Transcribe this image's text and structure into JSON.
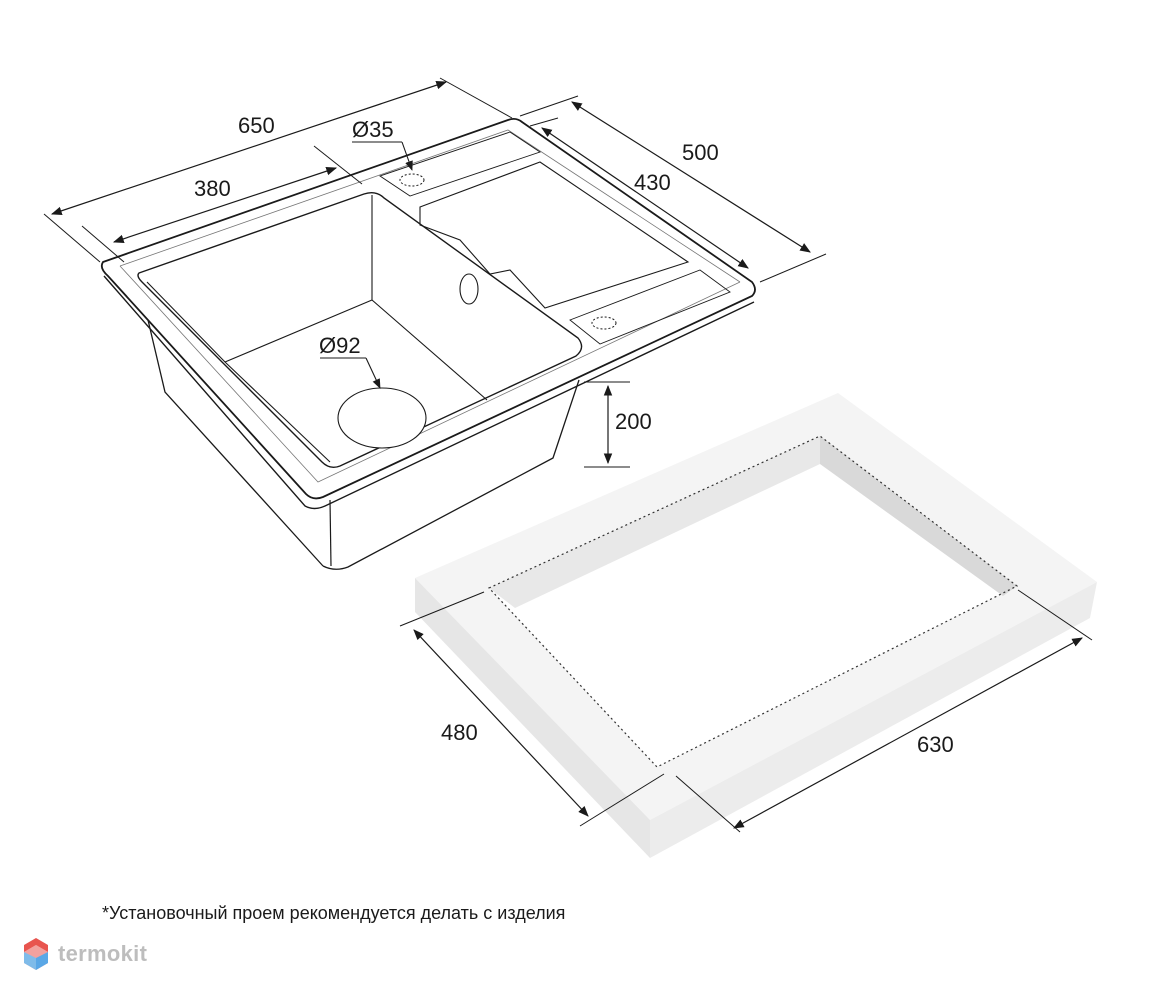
{
  "sink": {
    "overall_width": "650",
    "bowl_width": "380",
    "overall_depth": "500",
    "inner_depth": "430",
    "faucet_hole": "Ø35",
    "drain_hole": "Ø92",
    "bowl_height": "200"
  },
  "cutout": {
    "depth": "480",
    "width": "630"
  },
  "note": "*Установочный проем рекомендуется делать с изделия",
  "brand": {
    "name": "termokit",
    "colors": {
      "primary": "#e8544e",
      "secondary": "#5aa7e6",
      "text": "#bdbdbd"
    }
  }
}
